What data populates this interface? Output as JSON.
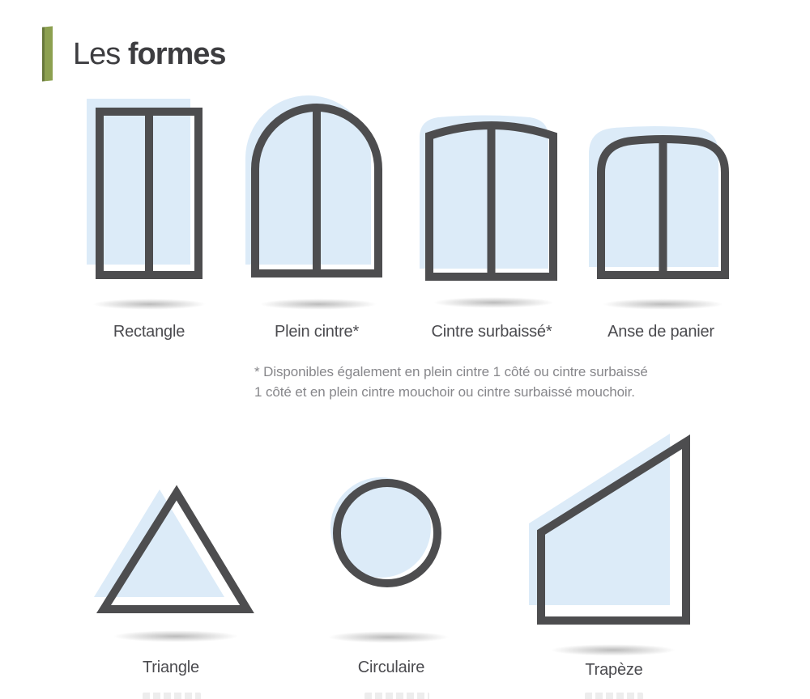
{
  "title": {
    "light": "Les",
    "bold": "formes"
  },
  "shapes_top": [
    {
      "id": "rectangle",
      "label": "Rectangle"
    },
    {
      "id": "plein-cintre",
      "label": "Plein cintre*"
    },
    {
      "id": "cintre-surbaisse",
      "label": "Cintre surbaissé*"
    },
    {
      "id": "anse-de-panier",
      "label": "Anse de panier"
    }
  ],
  "footnote": {
    "line1": "* Disponibles également en plein cintre 1 côté ou cintre surbaissé",
    "line2": "1 côté et en plein cintre mouchoir ou cintre surbaissé mouchoir."
  },
  "shapes_bottom": [
    {
      "id": "triangle",
      "label": "Triangle"
    },
    {
      "id": "circulaire",
      "label": "Circulaire"
    },
    {
      "id": "trapeze",
      "label": "Trapèze"
    }
  ],
  "colors": {
    "accent_green": "#8ca050",
    "accent_green_dark": "#68793c",
    "outline_gray": "#4d4d4f",
    "backdrop_blue": "#dcebf8",
    "title_text": "#3d3d40",
    "label_text": "#4b4b4f",
    "footnote_text": "#87878b"
  }
}
